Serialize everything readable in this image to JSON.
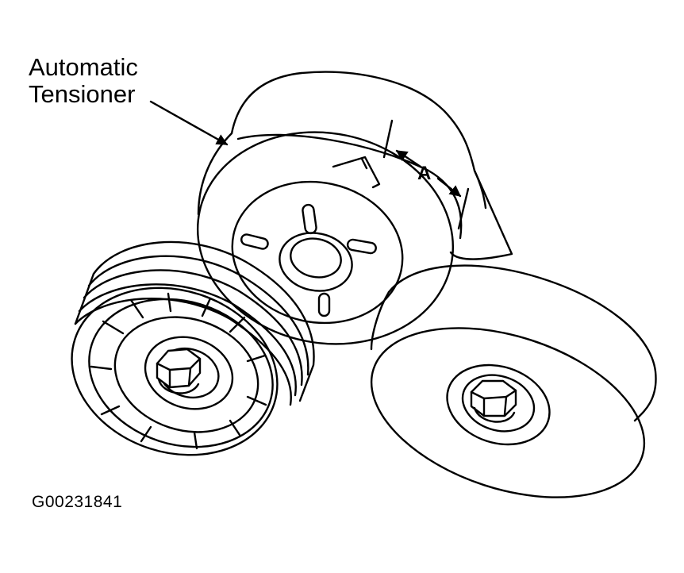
{
  "callout": {
    "line1": "Automatic",
    "line2": "Tensioner"
  },
  "dimension_label": "A",
  "figure_id": "G00231841",
  "colors": {
    "ink": "#000000",
    "paper": "#ffffff"
  }
}
